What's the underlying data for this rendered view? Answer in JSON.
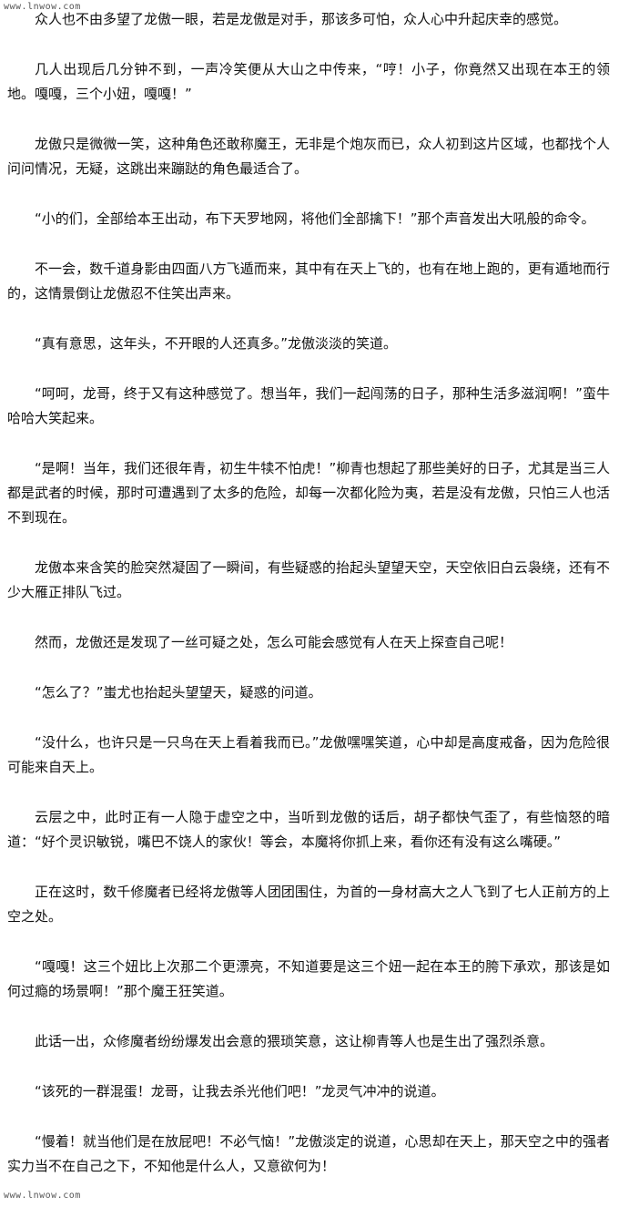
{
  "watermark": {
    "top": "www.lnwow.com",
    "bottom": "www.lnwow.com"
  },
  "paragraphs": [
    "众人也不由多望了龙傲一眼，若是龙傲是对手，那该多可怕，众人心中升起庆幸的感觉。",
    "几人出现后几分钟不到，一声冷笑便从大山之中传来，“哼！小子，你竟然又出现在本王的领地。嘎嘎，三个小妞，嘎嘎！”",
    "龙傲只是微微一笑，这种角色还敢称魔王，无非是个炮灰而已，众人初到这片区域，也都找个人问问情况，无疑，这跳出来蹦跶的角色最适合了。",
    "“小的们，全部给本王出动，布下天罗地网，将他们全部擒下！”那个声音发出大吼般的命令。",
    "不一会，数千道身影由四面八方飞遁而来，其中有在天上飞的，也有在地上跑的，更有遁地而行的，这情景倒让龙傲忍不住笑出声来。",
    "“真有意思，这年头，不开眼的人还真多。”龙傲淡淡的笑道。",
    "“呵呵，龙哥，终于又有这种感觉了。想当年，我们一起闯荡的日子，那种生活多滋润啊！”蛮牛哈哈大笑起来。",
    "“是啊！当年，我们还很年青，初生牛犊不怕虎！”柳青也想起了那些美好的日子，尤其是当三人都是武者的时候，那时可遭遇到了太多的危险，却每一次都化险为夷，若是没有龙傲，只怕三人也活不到现在。",
    "龙傲本来含笑的脸突然凝固了一瞬间，有些疑惑的抬起头望望天空，天空依旧白云袅绕，还有不少大雁正排队飞过。",
    "然而，龙傲还是发现了一丝可疑之处，怎么可能会感觉有人在天上探查自己呢！",
    "“怎么了？”蚩尤也抬起头望望天，疑惑的问道。",
    "“没什么，也许只是一只鸟在天上看着我而已。”龙傲嘿嘿笑道，心中却是高度戒备，因为危险很可能来自天上。",
    "云层之中，此时正有一人隐于虚空之中，当听到龙傲的话后，胡子都快气歪了，有些恼怒的暗道：“好个灵识敏锐，嘴巴不饶人的家伙！等会，本魔将你抓上来，看你还有没有这么嘴硬。”",
    "正在这时，数千修魔者已经将龙傲等人团团围住，为首的一身材高大之人飞到了七人正前方的上空之处。",
    "“嘎嘎！这三个妞比上次那二个更漂亮，不知道要是这三个妞一起在本王的胯下承欢，那该是如何过瘾的场景啊！”那个魔王狂笑道。",
    "此话一出，众修魔者纷纷爆发出会意的猥琐笑意，这让柳青等人也是生出了强烈杀意。",
    "“该死的一群混蛋！龙哥，让我去杀光他们吧！”龙灵气冲冲的说道。",
    "“慢着！就当他们是在放屁吧！不必气恼！”龙傲淡定的说道，心思却在天上，那天空之中的强者实力当不在自己之下，不知他是什么人，又意欲何为！"
  ]
}
